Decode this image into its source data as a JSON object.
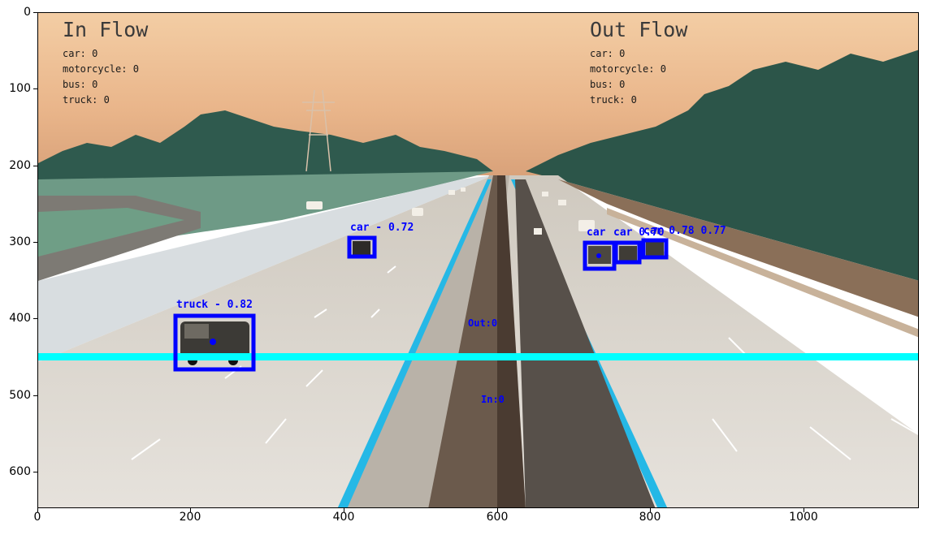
{
  "overlay": {
    "in_flow": {
      "title": "In Flow",
      "counts": [
        {
          "label": "car: 0"
        },
        {
          "label": "motorcycle: 0"
        },
        {
          "label": "bus: 0"
        },
        {
          "label": "truck: 0"
        }
      ]
    },
    "out_flow": {
      "title": "Out Flow",
      "counts": [
        {
          "label": "car: 0"
        },
        {
          "label": "motorcycle: 0"
        },
        {
          "label": "bus: 0"
        },
        {
          "label": "truck: 0"
        }
      ]
    },
    "line_counters": {
      "out": "Out:0",
      "in": "In:0"
    },
    "detections": [
      {
        "label": "truck - 0.82"
      },
      {
        "label": "car - 0.72"
      },
      {
        "label": "car"
      },
      {
        "label": "car 0.70"
      },
      {
        "label": "car 0.78 0.77"
      }
    ]
  },
  "axes": {
    "x_ticks": [
      "0",
      "200",
      "400",
      "600",
      "800",
      "1000"
    ],
    "y_ticks": [
      "0",
      "100",
      "200",
      "300",
      "400",
      "500",
      "600"
    ]
  },
  "colors": {
    "box": "#0000ff",
    "counting_line": "#00ffff",
    "sky_top": "#f2c9a1",
    "road": "#e0dcd6"
  }
}
